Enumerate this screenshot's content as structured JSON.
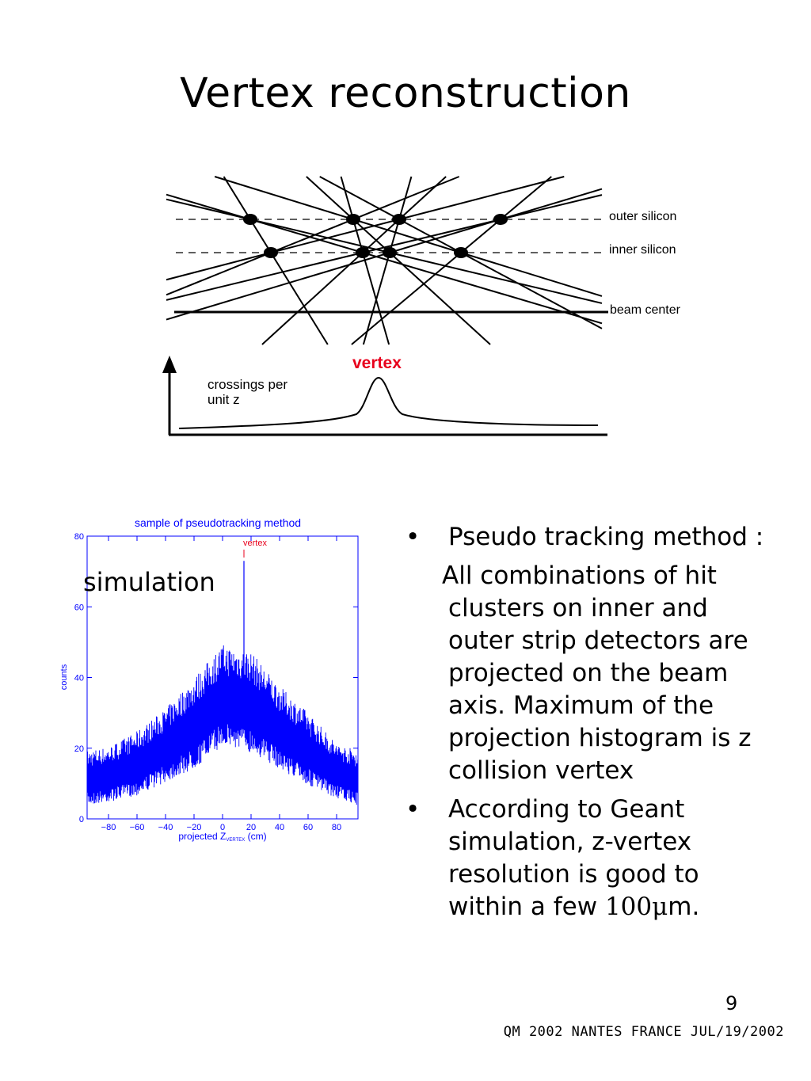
{
  "slide": {
    "title": "Vertex reconstruction",
    "page_number": "9",
    "footer": "QM 2002 NANTES FRANCE JUL/19/2002"
  },
  "diagram": {
    "labels": {
      "outer": "outer silicon",
      "inner": "inner silicon",
      "beam": "beam center",
      "vertex": "vertex",
      "y_line1": "crossings per",
      "y_line2": "unit z"
    },
    "vertex_color": "#e8001c"
  },
  "histogram": {
    "label": "simulation",
    "color": "#0000ff",
    "chart_data": {
      "type": "bar",
      "title": "sample of pseudotracking method",
      "xlabel_main": "projected Z",
      "xlabel_sub": "VERTEX",
      "xlabel_unit": " (cm)",
      "ylabel": "counts",
      "annotation": "vertex",
      "xlim": [
        -95,
        95
      ],
      "ylim": [
        0,
        80
      ],
      "x_ticks": [
        -80,
        -60,
        -40,
        -20,
        0,
        20,
        40,
        60,
        80
      ],
      "y_ticks": [
        0,
        20,
        40,
        60,
        80
      ],
      "peak_x": 15,
      "peak_y": 73,
      "profile": {
        "x": [
          -95,
          -80,
          -60,
          -40,
          -20,
          0,
          20,
          40,
          60,
          80,
          95
        ],
        "center": [
          11,
          12,
          15,
          20,
          26,
          34,
          32,
          25,
          19,
          13,
          11
        ],
        "spread": [
          6,
          6,
          7,
          8,
          10,
          11,
          11,
          9,
          8,
          6,
          6
        ]
      }
    }
  },
  "bullets": {
    "b1_head": "Pseudo tracking method :",
    "b1_body": "All combinations of hit clusters on inner and outer strip detectors are projected on the beam axis. Maximum of the projection histogram is z collision vertex",
    "b2_pre": "According to Geant simulation, z-vertex resolution is good to within a few ",
    "b2_num": "100μ",
    "b2_post": "m.",
    "marker": "•"
  }
}
